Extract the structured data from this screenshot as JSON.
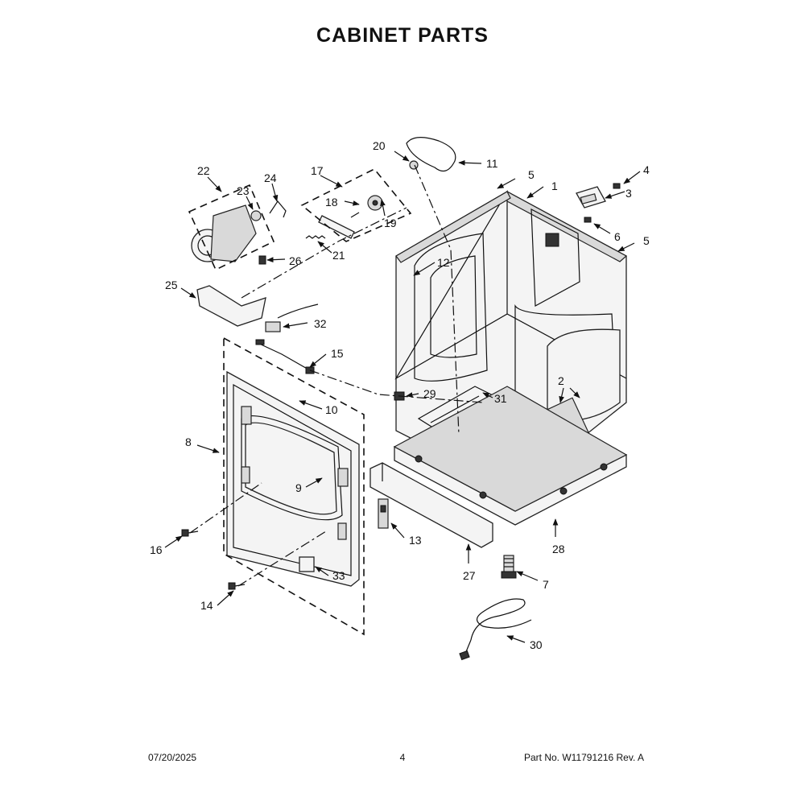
{
  "title": "CABINET PARTS",
  "footer": {
    "date": "07/20/2025",
    "page": "4",
    "part_no": "Part No.  W11791216  Rev.  A"
  },
  "callouts": {
    "c1": "1",
    "c2": "2",
    "c3": "3",
    "c4": "4",
    "c5a": "5",
    "c5b": "5",
    "c6": "6",
    "c7": "7",
    "c8": "8",
    "c9": "9",
    "c10": "10",
    "c11": "11",
    "c12": "12",
    "c13": "13",
    "c14": "14",
    "c15": "15",
    "c16": "16",
    "c17": "17",
    "c18": "18",
    "c19": "19",
    "c20": "20",
    "c21": "21",
    "c22": "22",
    "c23": "23",
    "c24": "24",
    "c25": "25",
    "c26": "26",
    "c27": "27",
    "c28": "28",
    "c29": "29",
    "c30": "30",
    "c31": "31",
    "c32": "32",
    "c33": "33"
  }
}
